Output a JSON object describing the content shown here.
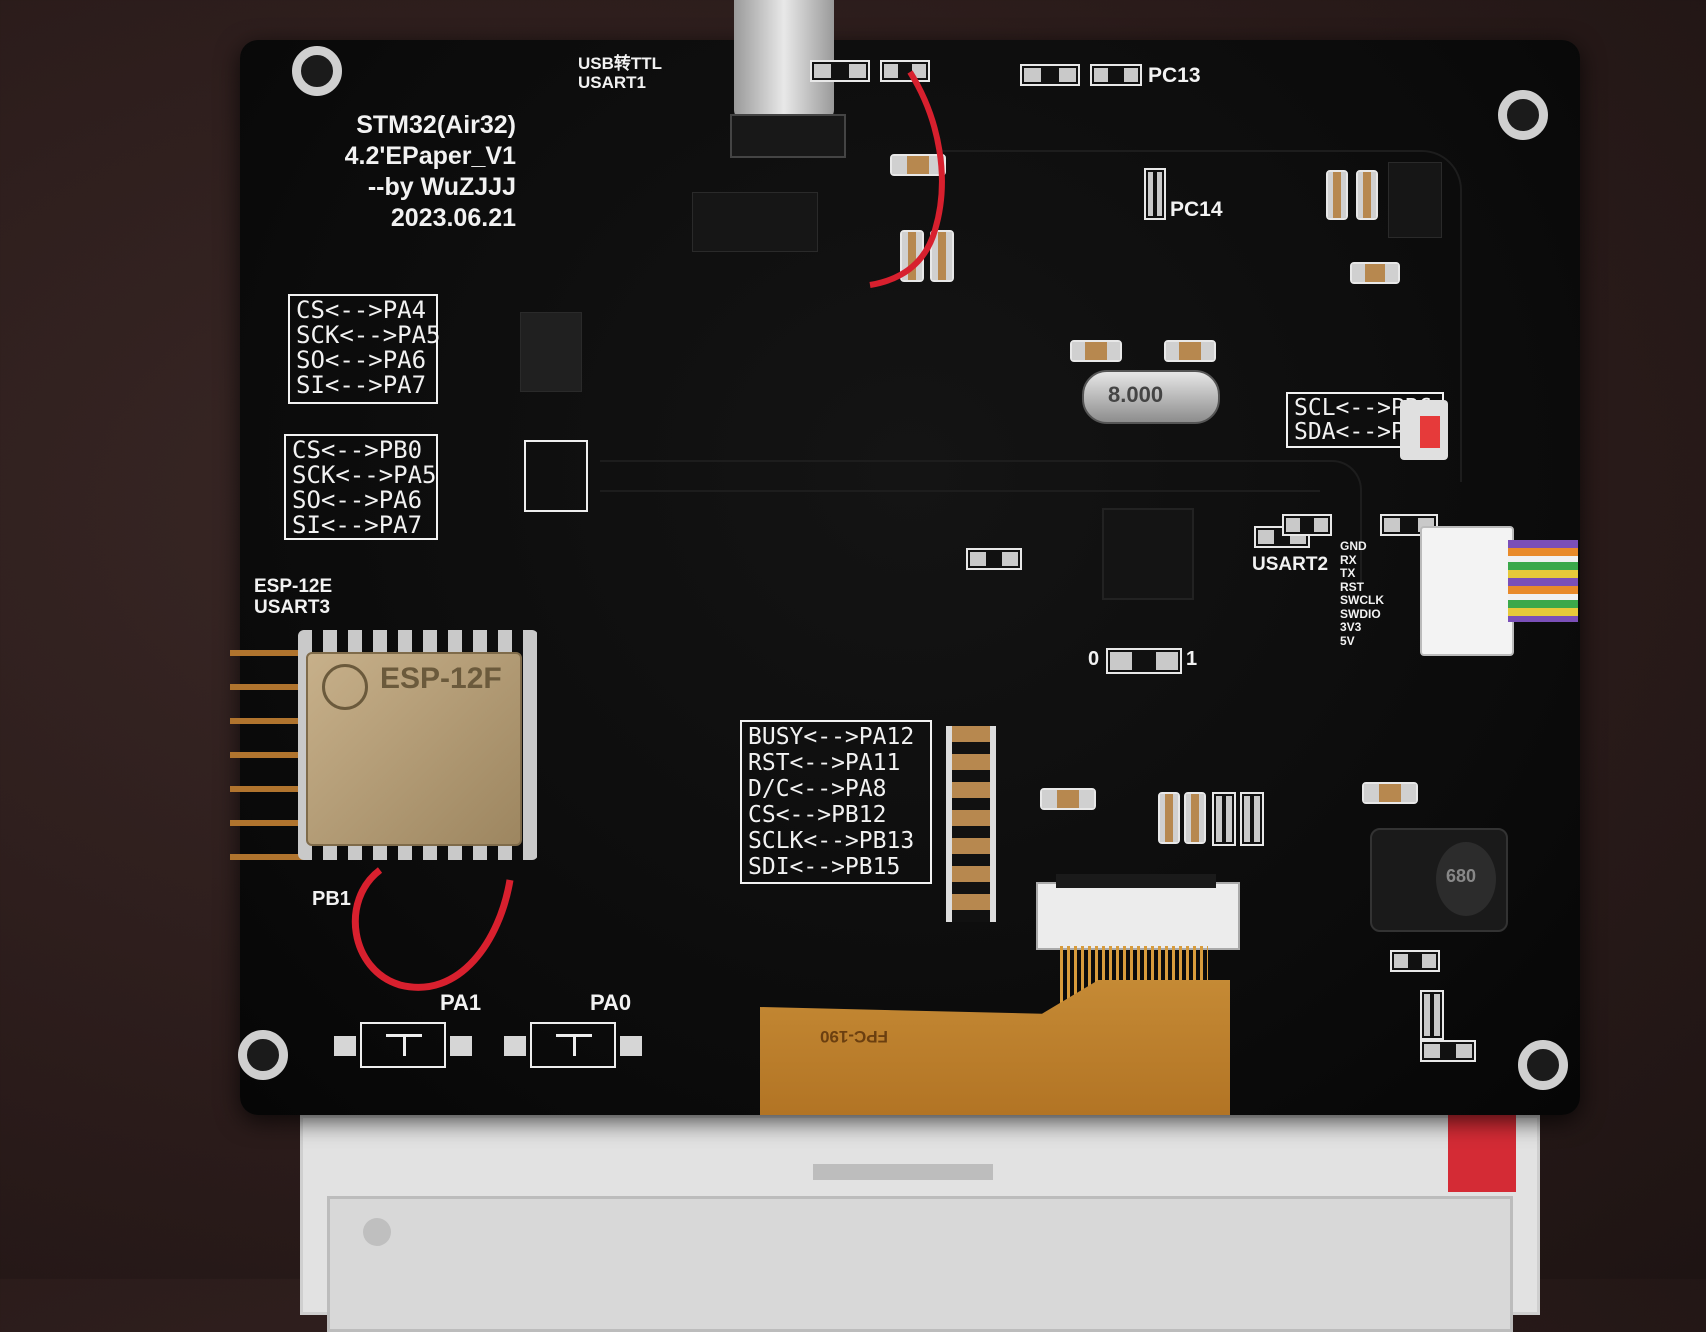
{
  "board": {
    "title_lines": [
      "STM32(Air32)",
      "4.2'EPaper_V1",
      "--by WuZJJJ",
      "2023.06.21"
    ],
    "usb_label": [
      "USB转TTL",
      "USART1"
    ],
    "pc13": "PC13",
    "pc14": "PC14",
    "flash_pins_1": [
      "CS<-->PA4",
      "SCK<-->PA5",
      "SO<-->PA6",
      "SI<-->PA7"
    ],
    "flash_pins_2": [
      "CS<-->PB0",
      "SCK<-->PA5",
      "SO<-->PA6",
      "SI<-->PA7"
    ],
    "i2c_pins": [
      "SCL<-->PB6",
      "SDA<-->PB7"
    ],
    "usart2": "USART2",
    "header_pins": [
      "GND",
      "RX",
      "TX",
      "RST",
      "SWCLK",
      "SWDIO",
      "3V3",
      "5V"
    ],
    "esp_label": [
      "ESP-12E",
      "USART3"
    ],
    "esp_module_text": "ESP-12F",
    "epaper_pins": [
      "BUSY<-->PA12",
      "RST<-->PA11",
      "D/C<-->PA8",
      "CS<-->PB12",
      "SCLK<-->PB13",
      "SDI<-->PB15"
    ],
    "pb1": "PB1",
    "pa1": "PA1",
    "pa0": "PA0",
    "jumper_0": "0",
    "jumper_1": "1",
    "fpc_label": "FPC-190",
    "crystal": "8.000",
    "inductor": "680"
  },
  "colors": {
    "pcb": "#0b0b0b",
    "silkscreen": "#f2f2f2",
    "wire": "#d8202e",
    "flex_cable": "#c58a35",
    "epaper": "#e4e4e4"
  }
}
